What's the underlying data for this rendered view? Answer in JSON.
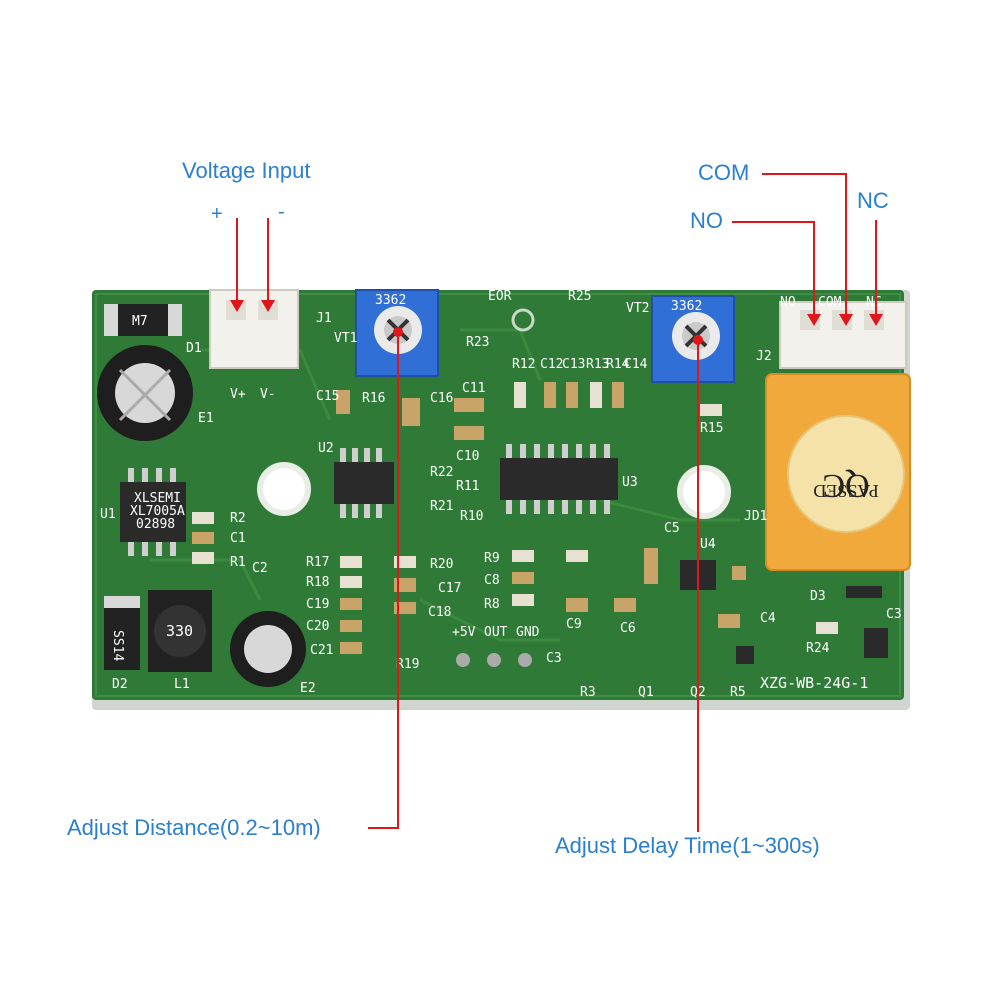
{
  "callouts": {
    "voltage_input": "Voltage Input",
    "plus": "+",
    "minus": "-",
    "com": "COM",
    "no": "NO",
    "nc": "NC",
    "adjust_distance": "Adjust Distance(0.2~10m)",
    "adjust_delay": "Adjust Delay Time(1~300s)"
  },
  "board": {
    "model": "XZG-WB-24G-1",
    "pot1_code": "3362",
    "pot2_code": "3362",
    "relay_sticker_line1": "QC",
    "relay_sticker_line2": "PASSED",
    "ic_main_line1": "XLSEMI",
    "ic_main_line2": "XL7005A",
    "ic_main_line3": "02898",
    "inductor_code": "330",
    "diode_top": "M7",
    "diode_bottom": "SS14",
    "labels": {
      "j1": "J1",
      "j2": "J2",
      "vplus": "V+",
      "vminus": "V-",
      "no": "NO",
      "com": "COM",
      "nc": "NC",
      "e1": "E1",
      "e2": "E2",
      "u1": "U1",
      "u2": "U2",
      "u3": "U3",
      "u4": "U4",
      "d1": "D1",
      "d2": "D2",
      "d3": "D3",
      "l1": "L1",
      "jd1": "JD1",
      "r1": "R1",
      "r2": "R2",
      "c1": "C1",
      "c2": "C2",
      "r17": "R17",
      "r18": "R18",
      "c19": "C19",
      "c20": "C20",
      "c21": "C21",
      "r19": "R19",
      "r20": "R20",
      "c17": "C17",
      "c18": "C18",
      "r9": "R9",
      "c8": "C8",
      "r8": "R8",
      "c9": "C9",
      "c6": "C6",
      "c4": "C4",
      "c3": "C3",
      "r3": "R3",
      "q1": "Q1",
      "q2": "Q2",
      "r5": "R5",
      "r24": "R24",
      "c5": "C5",
      "r15": "R15",
      "r10": "R10",
      "r11": "R11",
      "r21": "R21",
      "r22": "R22",
      "c10": "C10",
      "c11": "C11",
      "c16": "C16",
      "c15": "C15",
      "r16": "R16",
      "r12": "R12",
      "c12": "C12",
      "c13": "C13",
      "r13": "R13",
      "r14": "R14",
      "c14": "C14",
      "r23": "R23",
      "r25": "R25",
      "eor": "EOR",
      "vt1": "VT1",
      "vt2": "VT2",
      "pin_5v": "+5V",
      "pin_out": "OUT",
      "pin_gnd": "GND"
    }
  },
  "colors": {
    "callout_text": "#2a7fd0",
    "leader_line": "#e0161b",
    "pcb": "#2f7a36",
    "pcb_dark": "#215a29",
    "relay": "#f2a93b",
    "pot": "#2f6fd6"
  }
}
